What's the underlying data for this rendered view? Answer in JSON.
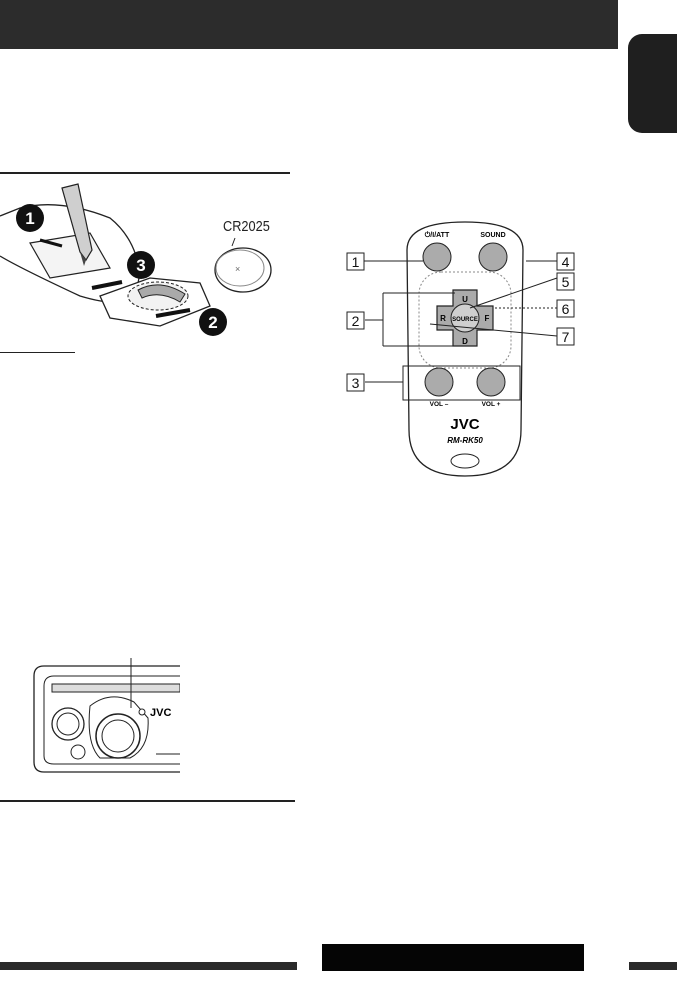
{
  "battery_figure": {
    "battery_label": "CR2025",
    "step_1": "1",
    "step_2": "2",
    "step_3": "3"
  },
  "remote": {
    "btn_power": "⏻/I/ATT",
    "btn_sound": "SOUND",
    "btn_up": "U",
    "btn_down": "D",
    "btn_left": "R",
    "btn_right": "F",
    "btn_source": "SOURCE",
    "btn_vol_minus": "VOL –",
    "btn_vol_plus": "VOL +",
    "brand": "JVC",
    "model": "RM-RK50"
  },
  "callouts": [
    "1",
    "2",
    "3",
    "4",
    "5",
    "6",
    "7"
  ],
  "unit_figure": {
    "brand": "JVC"
  }
}
